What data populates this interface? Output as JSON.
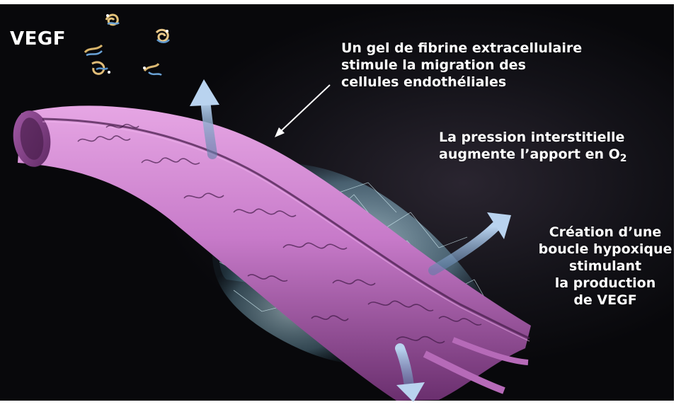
{
  "labels": {
    "vegf": "VEGF",
    "fibrin": [
      "Un gel de fibrine extracellulaire",
      "stimule la migration des",
      "cellules endothéliales"
    ],
    "pressure": {
      "line1": "La pression interstitielle",
      "line2_prefix": "augmente l’apport en O",
      "line2_sub": "2"
    },
    "hypoxic": [
      "Création d’une",
      "boucle hypoxique",
      "stimulant",
      "la production",
      "de VEGF"
    ]
  },
  "colors": {
    "background": "#0b0b10",
    "vessel": "#c77ac9",
    "vessel_highlight": "#e6a6e4",
    "vessel_shadow": "#6a2f6e",
    "fibrin_mesh": "#a9d6e8",
    "arrow": "#8fb4dc",
    "text": "#ffffff"
  }
}
